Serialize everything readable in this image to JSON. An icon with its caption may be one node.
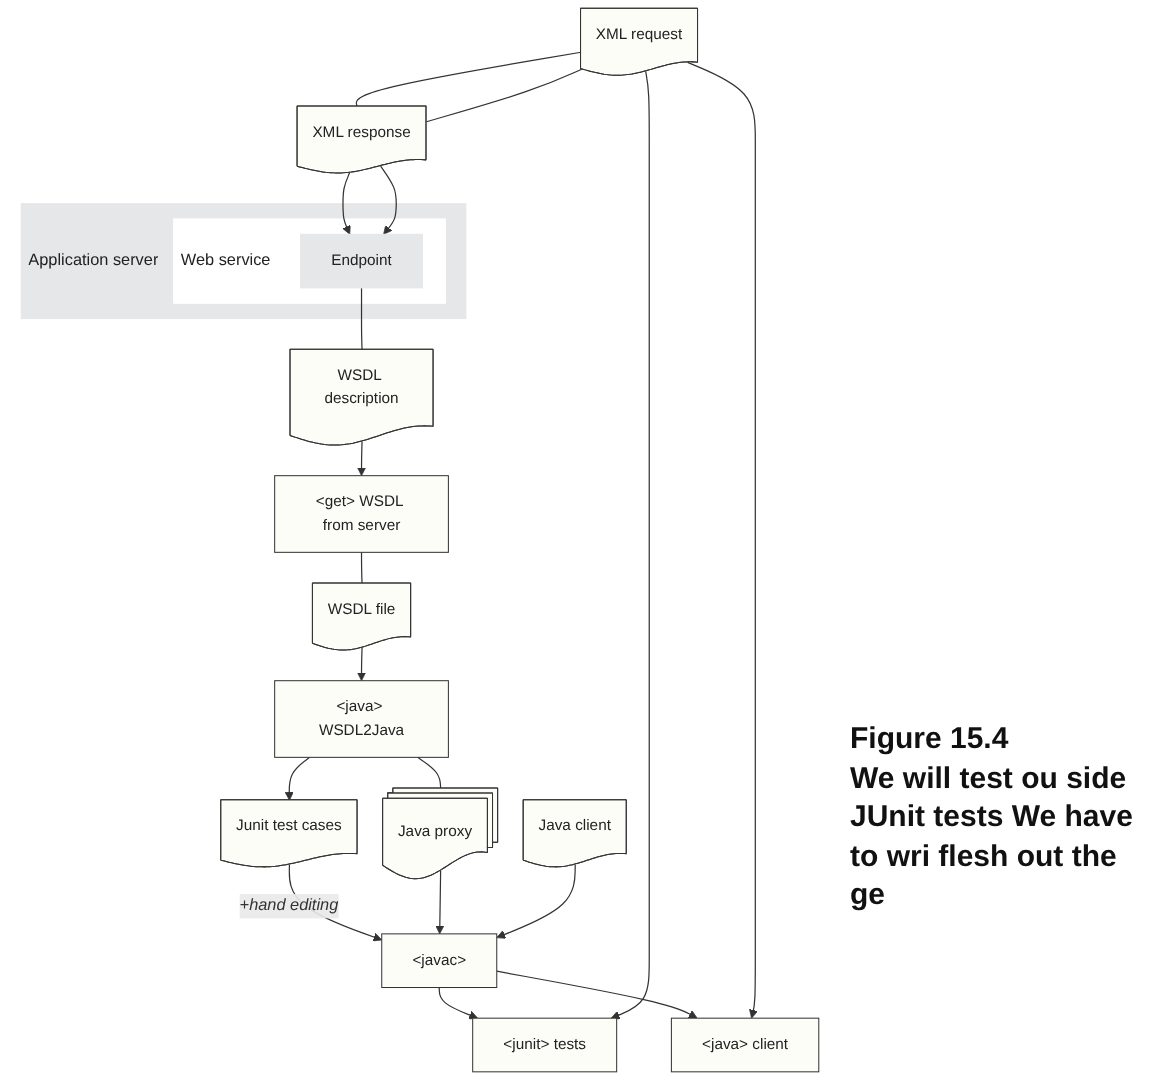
{
  "diagram": {
    "title": "Figure 15.4",
    "caption": "We will test ou side JUnit tests We have to wri flesh out the ge",
    "nodes": [
      {
        "text": [
          "<get> WSDL from server"
        ]
      },
      {
        "text": [
          "WSDL description"
        ]
      },
      {
        "text": [
          "Application server"
        ]
      },
      {
        "text": [
          "Web service"
        ],
        "in": 2
      },
      {
        "text": [
          "Endpoint"
        ],
        "in": 3
      },
      {
        "text": [
          "WSDL file"
        ]
      },
      {
        "text": [
          "<java> WSDL2Java"
        ]
      },
      {
        "text": [
          "Junit test cases"
        ]
      },
      {
        "text": [
          "Java proxy"
        ]
      },
      {
        "text": [
          "XML response"
        ]
      },
      {
        "text": [
          "XML request"
        ]
      },
      {
        "text": [
          "Java client"
        ]
      },
      {
        "text": [
          "<javac>"
        ]
      },
      {
        "text": [
          "<junit> tests"
        ]
      },
      {
        "text": [
          "<java> client"
        ]
      }
    ],
    "edges": [
      {
        "from": 1,
        "to": 0,
        "arrow": "to"
      },
      {
        "from": 4,
        "to": 1,
        "arrow": "none"
      },
      {
        "from": 0,
        "to": 5,
        "arrow": "none"
      },
      {
        "from": 5,
        "to": 6,
        "arrow": "to"
      },
      {
        "from": 6,
        "to": 7,
        "arrow": "to"
      },
      {
        "from": 6,
        "to": 8,
        "arrow": "none"
      },
      {
        "from": 7,
        "to": 12,
        "arrow": "to",
        "label": "+hand editing"
      },
      {
        "from": 8,
        "to": 12,
        "arrow": "to"
      },
      {
        "from": 11,
        "to": 12,
        "arrow": "to"
      },
      {
        "from": 12,
        "to": 13,
        "arrow": "to"
      },
      {
        "from": 12,
        "to": 14,
        "arrow": "to"
      },
      {
        "from": 10,
        "to": 13,
        "arrow": "to"
      },
      {
        "from": 10,
        "to": 14,
        "arrow": "to"
      },
      {
        "from": 10,
        "to": 9,
        "arrow": "none"
      },
      {
        "from": 10,
        "to": 9,
        "arrow": "none"
      },
      {
        "from": 9,
        "to": 4,
        "arrow": "to"
      },
      {
        "from": 9,
        "to": 4,
        "arrow": "to"
      }
    ]
  }
}
